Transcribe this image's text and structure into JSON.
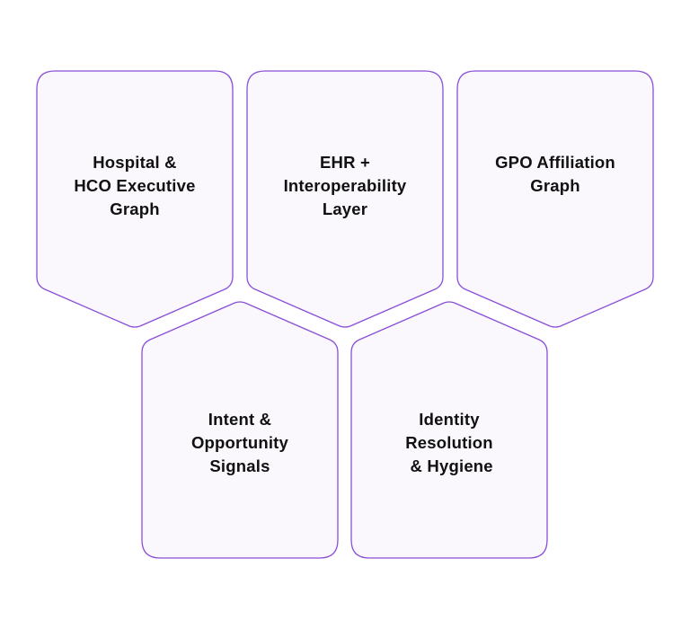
{
  "colors": {
    "stroke": "#8a4fd8",
    "fill": "#faf8fc",
    "text": "#111111"
  },
  "cards": [
    {
      "id": "hospital-hco-executive-graph",
      "lines": [
        "Hospital &",
        "HCO Executive",
        "Graph"
      ],
      "direction": "down"
    },
    {
      "id": "ehr-interoperability-layer",
      "lines": [
        "EHR +",
        "Interoperability",
        "Layer"
      ],
      "direction": "down"
    },
    {
      "id": "gpo-affiliation-graph",
      "lines": [
        "GPO Affiliation",
        "Graph"
      ],
      "direction": "down"
    },
    {
      "id": "intent-opportunity-signals",
      "lines": [
        "Intent &",
        "Opportunity",
        "Signals"
      ],
      "direction": "up"
    },
    {
      "id": "identity-resolution-hygiene",
      "lines": [
        "Identity",
        "Resolution",
        " & Hygiene"
      ],
      "direction": "up"
    }
  ]
}
